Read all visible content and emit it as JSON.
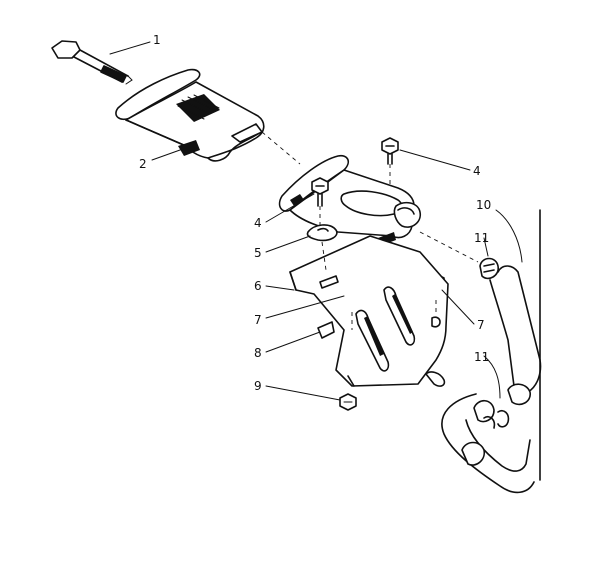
{
  "diagram": {
    "callouts": [
      {
        "id": "c1",
        "text": "1"
      },
      {
        "id": "c2",
        "text": "2"
      },
      {
        "id": "c4a",
        "text": "4"
      },
      {
        "id": "c4b",
        "text": "4"
      },
      {
        "id": "c5",
        "text": "5"
      },
      {
        "id": "c6",
        "text": "6"
      },
      {
        "id": "c7a",
        "text": "7"
      },
      {
        "id": "c7b",
        "text": "7"
      },
      {
        "id": "c8",
        "text": "8"
      },
      {
        "id": "c9",
        "text": "9"
      },
      {
        "id": "c10",
        "text": "10"
      },
      {
        "id": "c11a",
        "text": "11"
      },
      {
        "id": "c11b",
        "text": "11"
      }
    ]
  }
}
